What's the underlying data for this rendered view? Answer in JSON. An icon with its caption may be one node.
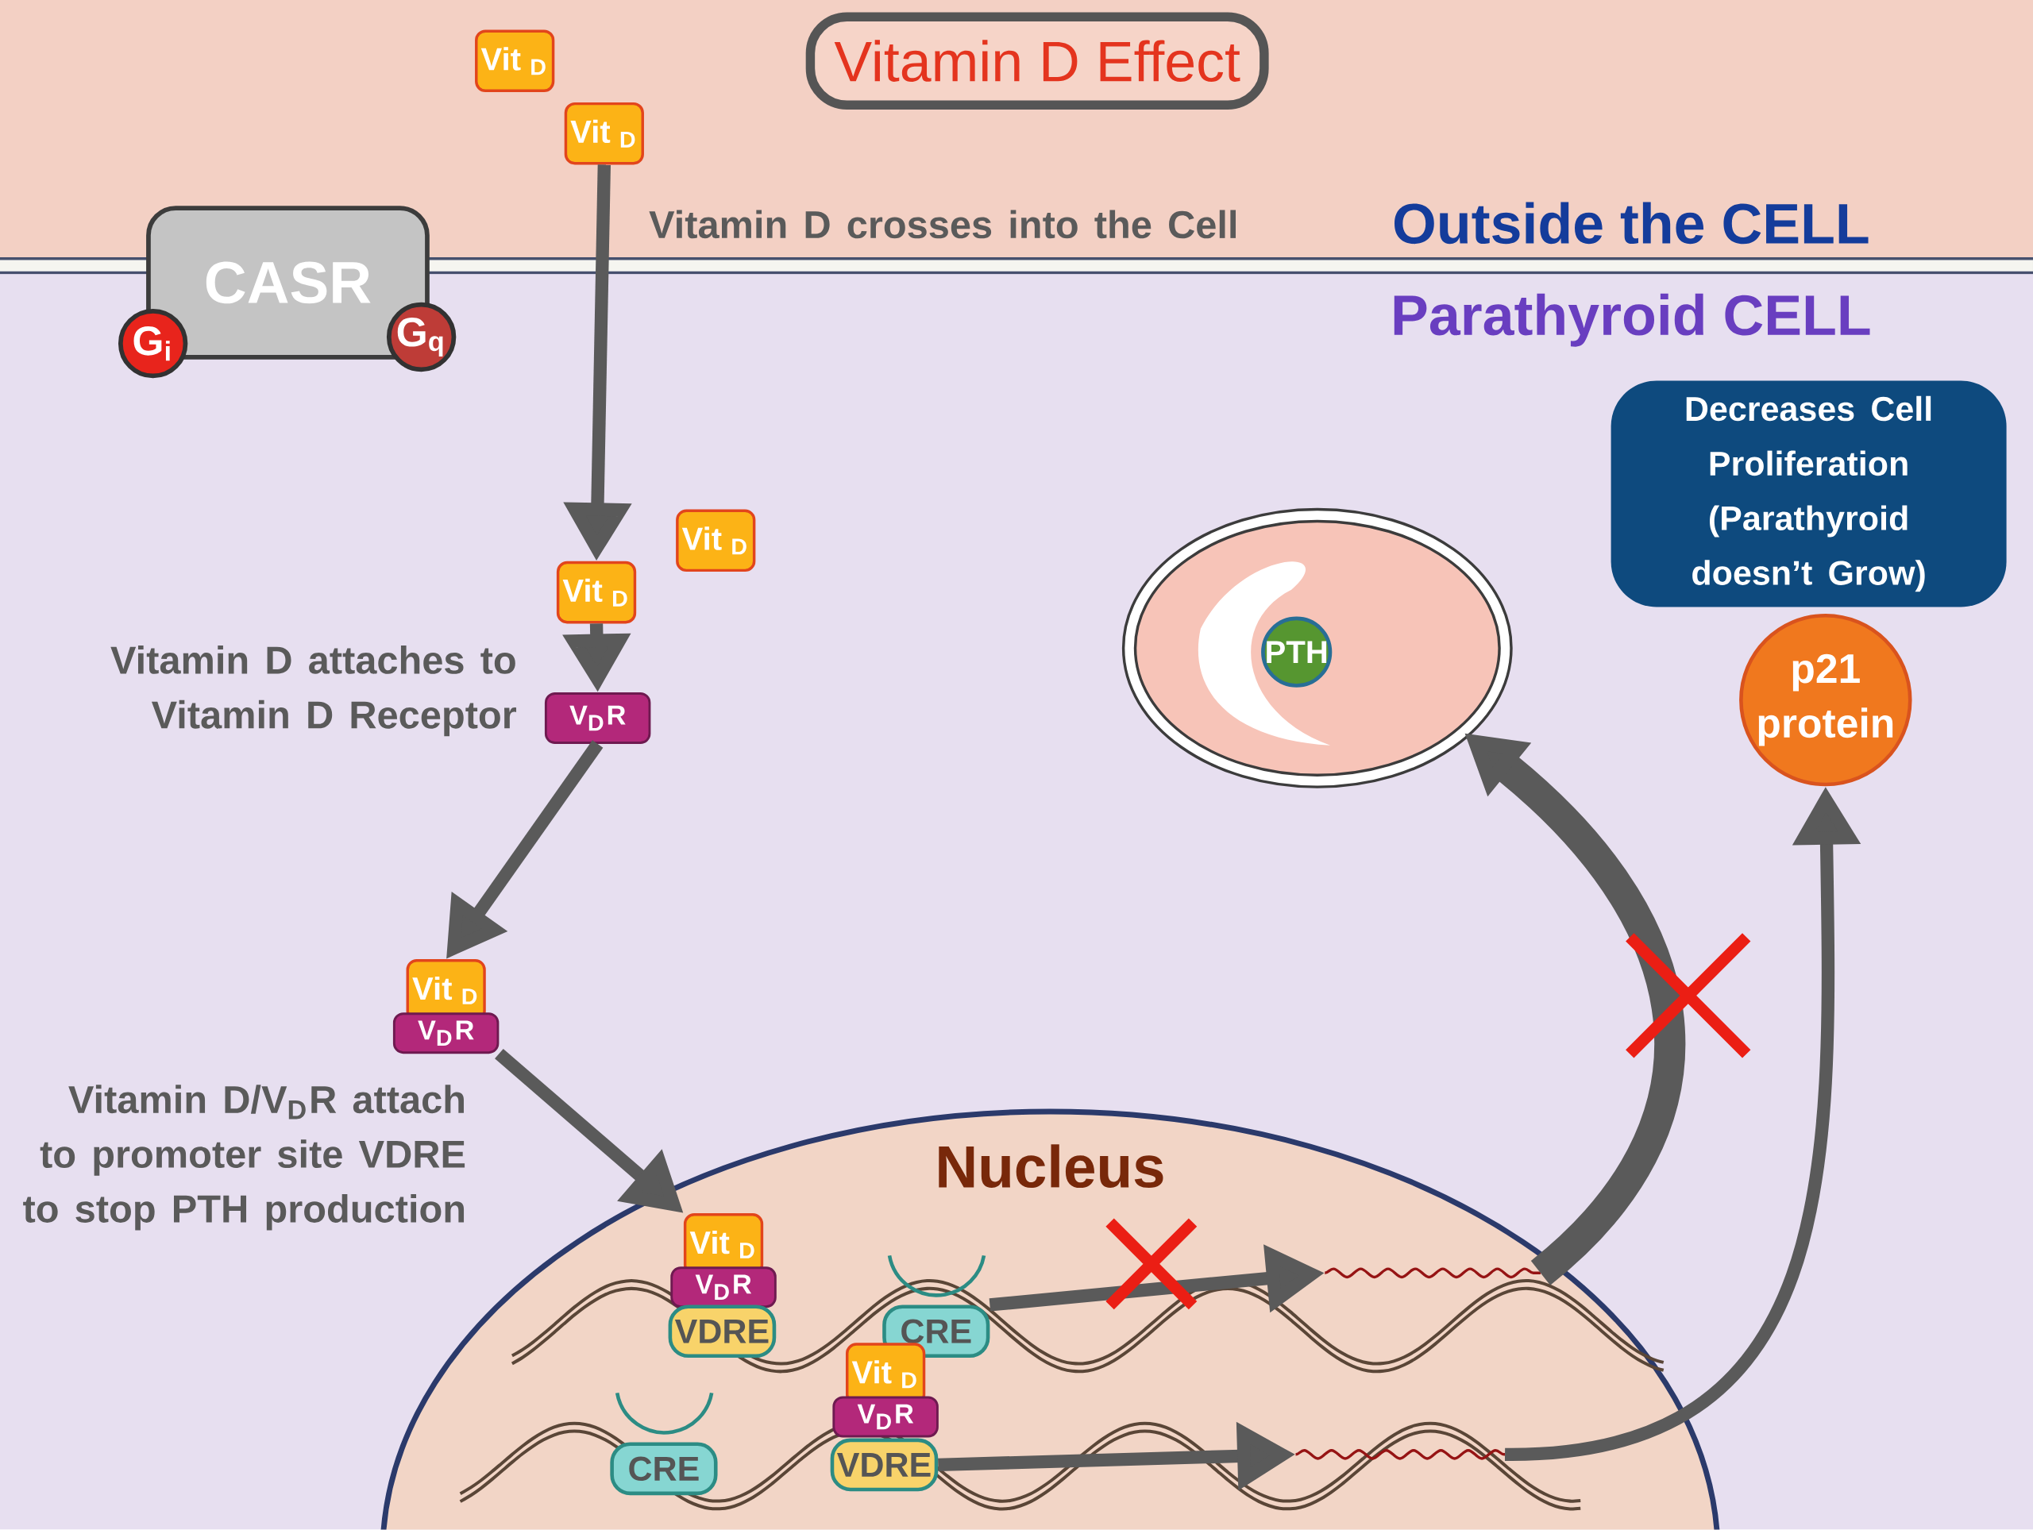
{
  "diagram": {
    "title": "Vitamin D Effect",
    "nodes": [
      {
        "text": [
          "Vit $_{D}$"
        ]
      },
      {
        "text": [
          "Vit $_{D}$"
        ]
      },
      {
        "text": [
          "CASR"
        ]
      },
      {
        "text": [
          "G$_{i}$"
        ]
      },
      {
        "text": [
          "G$_{q}$"
        ]
      },
      {
        "text": [
          "Vit $_{D}$"
        ]
      },
      {
        "text": [
          "Vit $_{D}$"
        ]
      },
      {
        "text": [
          "V$_{D}$R"
        ]
      },
      {
        "text": [
          "Vit $_{D}$"
        ]
      },
      {
        "text": [
          "V$_{D}$R"
        ]
      },
      {
        "text": [
          "Decreases Cell Proliferation (Parathyroid doesn’t Grow)"
        ]
      },
      {
        "text": [],
        "shape": "ellipse"
      },
      {
        "text": [
          "PTH"
        ],
        "in": 11
      },
      {
        "text": [
          "p21 protein"
        ]
      },
      {
        "text": [
          "Nucleus"
        ]
      },
      {
        "text": [
          "Vit $_{D}$"
        ],
        "in": 14
      },
      {
        "text": [
          "V$_{D}$R"
        ],
        "in": 14
      },
      {
        "text": [
          "VDRE"
        ],
        "in": 14
      },
      {
        "text": [
          "CRE"
        ],
        "in": 14
      },
      {
        "text": [
          "Vit $_{D}$"
        ],
        "in": 14
      },
      {
        "text": [
          "V$_{D}$R"
        ],
        "in": 14
      },
      {
        "text": [
          "VDRE"
        ],
        "in": 14
      },
      {
        "text": [
          "CRE"
        ],
        "in": 14
      },
      {
        "text": [],
        "shape": "wave",
        "in": 14
      },
      {
        "text": [],
        "shape": "wave",
        "in": 14
      }
    ],
    "edges": [
      {
        "from": 1,
        "to": 6,
        "arrow": "to",
        "label": "Vitamin D crosses into the Cell"
      },
      {
        "from": 6,
        "to": 7,
        "arrow": "to",
        "label": "Vitamin D attaches to Vitamin D Receptor"
      },
      {
        "from": 7,
        "to": 8,
        "arrow": "to"
      },
      {
        "from": 9,
        "to": 15,
        "arrow": "to",
        "label": "Vitamin D/V$_{D}$R attach to promoter site VDRE to stop PTH production"
      },
      {
        "from": 18,
        "to": 23,
        "arrow": "to"
      },
      {
        "from": 23,
        "to": 11,
        "arrow": "to",
        "style": "thick"
      },
      {
        "from": 21,
        "to": 24,
        "arrow": "to"
      },
      {
        "from": 24,
        "to": 13,
        "arrow": "to"
      }
    ],
    "labels": [
      "Outside the CELL",
      "Parathyroid CELL"
    ]
  }
}
